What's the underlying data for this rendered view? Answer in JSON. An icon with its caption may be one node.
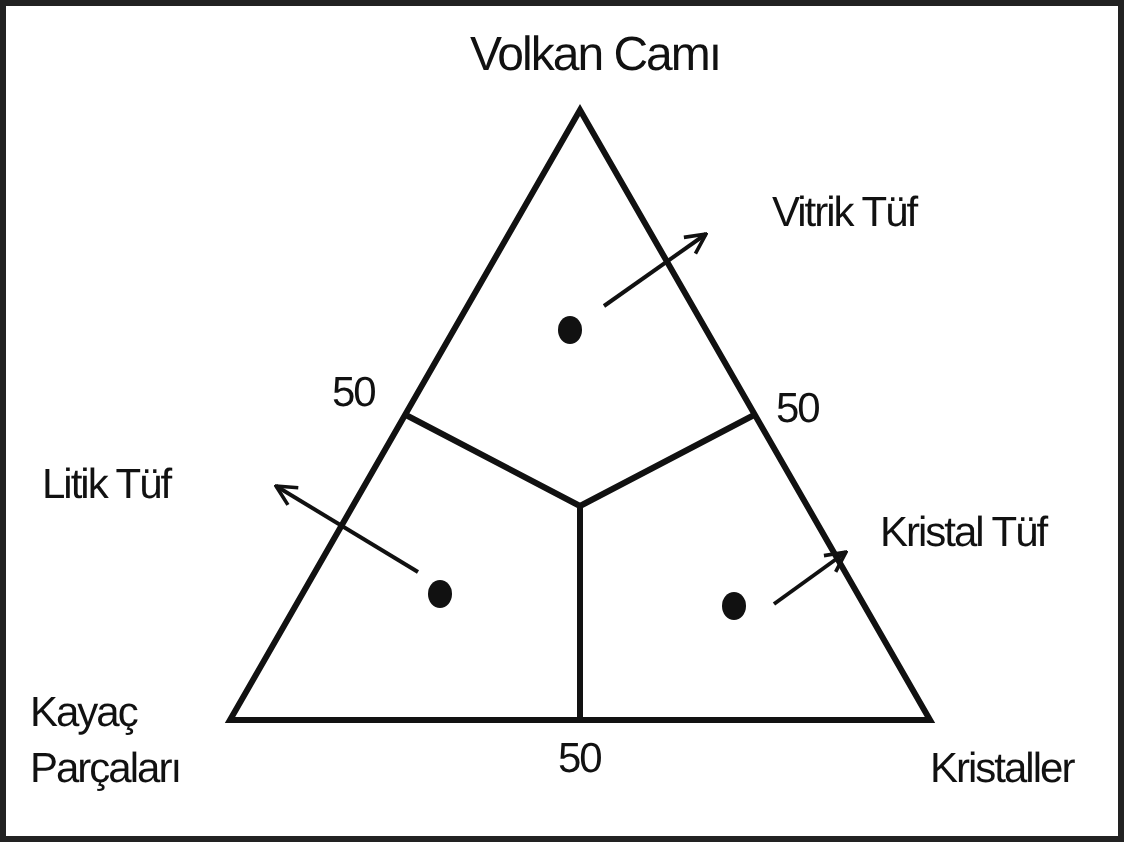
{
  "diagram": {
    "nodes": [
      {
        "text": [],
        "shape": "circle"
      },
      {
        "text": [
          "Vitrik Tüf"
        ]
      },
      {
        "text": [],
        "shape": "circle"
      },
      {
        "text": [
          "Litik Tüf"
        ]
      },
      {
        "text": [],
        "shape": "circle"
      },
      {
        "text": [
          "Kristal Tüf"
        ]
      }
    ],
    "edges": [
      {
        "from": 0,
        "to": 1,
        "arrow": "to"
      },
      {
        "from": 2,
        "to": 3,
        "arrow": "to"
      },
      {
        "from": 4,
        "to": 5,
        "arrow": "to"
      }
    ],
    "labels": [
      "Volkan Camı",
      "50",
      "50",
      "Kayaç Parçaları",
      "50",
      "Kristaller"
    ]
  }
}
